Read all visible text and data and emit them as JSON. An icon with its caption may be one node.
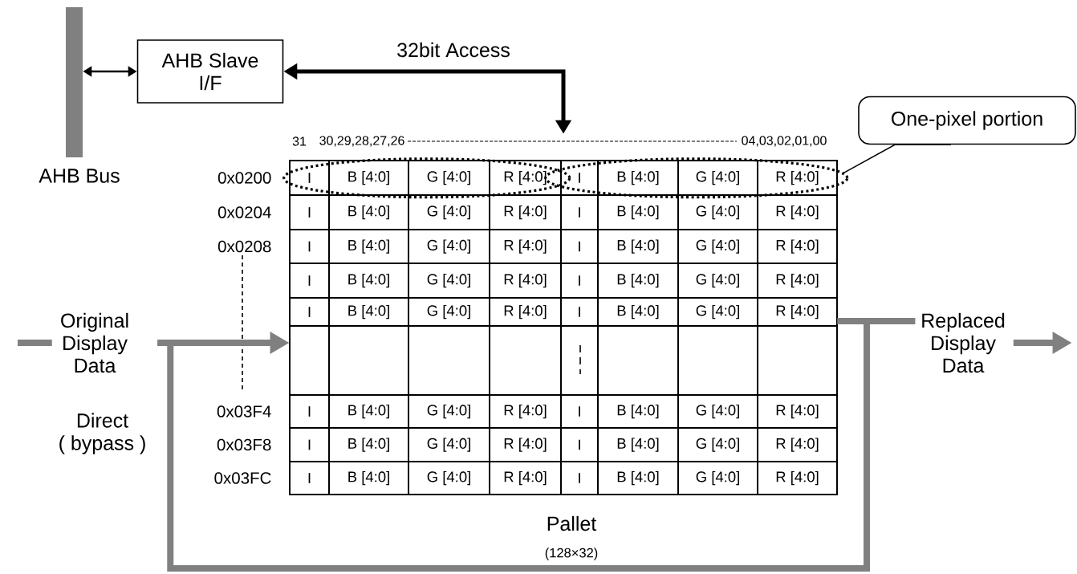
{
  "diagram": {
    "nodes": [
      {
        "text": [
          "AHB Bus"
        ]
      },
      {
        "text": [
          "AHB Slave I/F"
        ]
      },
      {
        "text": [
          "One-pixel portion"
        ]
      },
      {
        "text": [],
        "shape": "ellipse",
        "in": 6
      },
      {
        "text": [],
        "shape": "ellipse",
        "in": 6
      },
      {
        "text": [
          "Original Display Data"
        ]
      },
      {
        "text": [
          "Pallet",
          "(128×32)"
        ]
      },
      {
        "text": [
          "Replaced Display Data"
        ]
      }
    ],
    "edges": [
      {
        "from": 0,
        "to": 1,
        "arrow": "both",
        "color": "#000000"
      },
      {
        "from": 1,
        "to": 6,
        "arrow": "both",
        "label": "32bit Access",
        "color": "#000000"
      },
      {
        "from": 2,
        "to": 4,
        "arrow": "none",
        "color": "#000000"
      },
      {
        "from": null,
        "to": 5,
        "arrow": "none"
      },
      {
        "from": 5,
        "to": 6,
        "arrow": "to"
      },
      {
        "from": 5,
        "to": 7,
        "arrow": "none",
        "label": "Direct ( bypass )"
      },
      {
        "from": 6,
        "to": 7,
        "arrow": "none"
      },
      {
        "from": 7,
        "to": null,
        "arrow": "to"
      }
    ],
    "labels": [
      "31",
      "30,29,28,27,26",
      "04,03,02,01,00",
      "0x0200",
      "I",
      "B [4:0]",
      "G [4:0]",
      "R [4:0]",
      "I",
      "B [4:0]",
      "G [4:0]",
      "R [4:0]",
      "0x0204",
      "I",
      "B [4:0]",
      "G [4:0]",
      "R [4:0]",
      "I",
      "B [4:0]",
      "G [4:0]",
      "R [4:0]",
      "0x0208",
      "I",
      "B [4:0]",
      "G [4:0]",
      "R [4:0]",
      "I",
      "B [4:0]",
      "G [4:0]",
      "R [4:0]",
      "I",
      "B [4:0]",
      "G [4:0]",
      "R [4:0]",
      "I",
      "B [4:0]",
      "G [4:0]",
      "R [4:0]",
      "I",
      "B [4:0]",
      "G [4:0]",
      "R [4:0]",
      "I",
      "B [4:0]",
      "G [4:0]",
      "R [4:0]",
      "0x03F4",
      "I",
      "B [4:0]",
      "G [4:0]",
      "R [4:0]",
      "I",
      "B [4:0]",
      "G [4:0]",
      "R [4:0]",
      "0x03F8",
      "I",
      "B [4:0]",
      "G [4:0]",
      "R [4:0]",
      "I",
      "B [4:0]",
      "G [4:0]",
      "R [4:0]",
      "0x03FC",
      "I",
      "B [4:0]",
      "G [4:0]",
      "R [4:0]",
      "I",
      "B [4:0]",
      "G [4:0]",
      "R [4:0]"
    ]
  }
}
